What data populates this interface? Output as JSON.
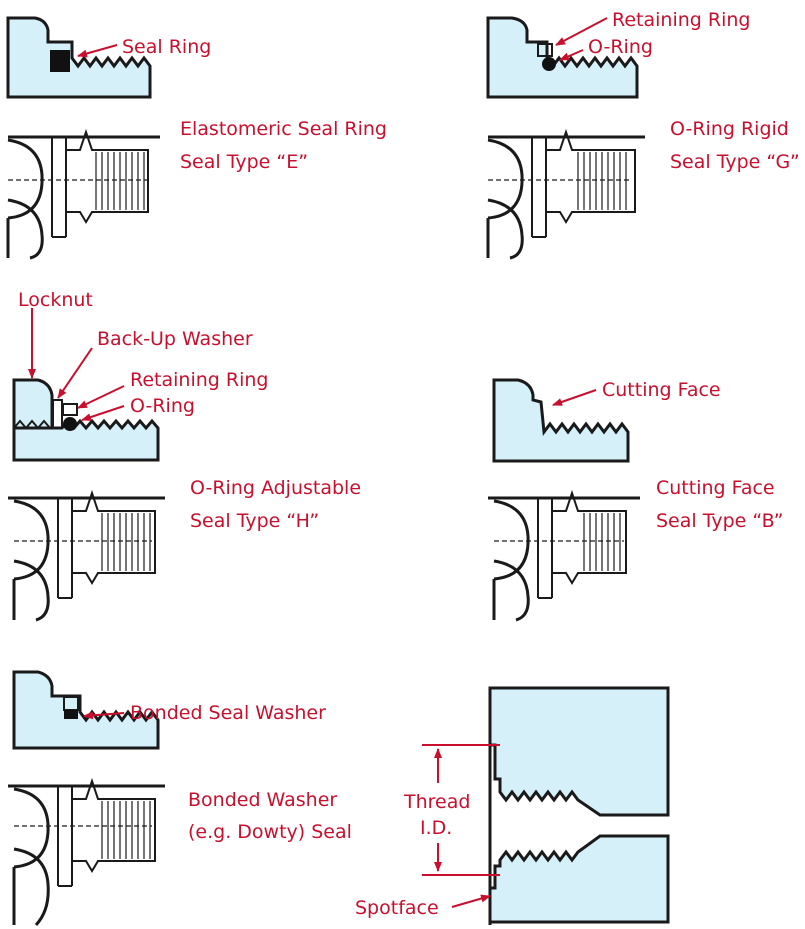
{
  "colors": {
    "label": "#c8102e",
    "outline": "#1a1a1a",
    "fill": "#d6f0fa"
  },
  "labels": {
    "seal_ring": "Seal Ring",
    "type_e_line1": "Elastomeric Seal Ring",
    "type_e_line2": "Seal Type “E”",
    "g_retaining_ring": "Retaining Ring",
    "g_o_ring": "O-Ring",
    "type_g_line1": "O-Ring Rigid",
    "type_g_line2": "Seal Type “G”",
    "locknut": "Locknut",
    "back_up_washer": "Back-Up Washer",
    "h_retaining_ring": "Retaining Ring",
    "h_o_ring": "O-Ring",
    "type_h_line1": "O-Ring Adjustable",
    "type_h_line2": "Seal Type “H”",
    "cutting_face": "Cutting Face",
    "type_b_line1": "Cutting Face",
    "type_b_line2": "Seal Type “B”",
    "bonded_seal_washer": "Bonded Seal Washer",
    "bonded_line1": "Bonded Washer",
    "bonded_line2": "(e.g. Dowty) Seal",
    "thread_line1": "Thread",
    "thread_line2": "I.D.",
    "spotface": "Spotface"
  }
}
